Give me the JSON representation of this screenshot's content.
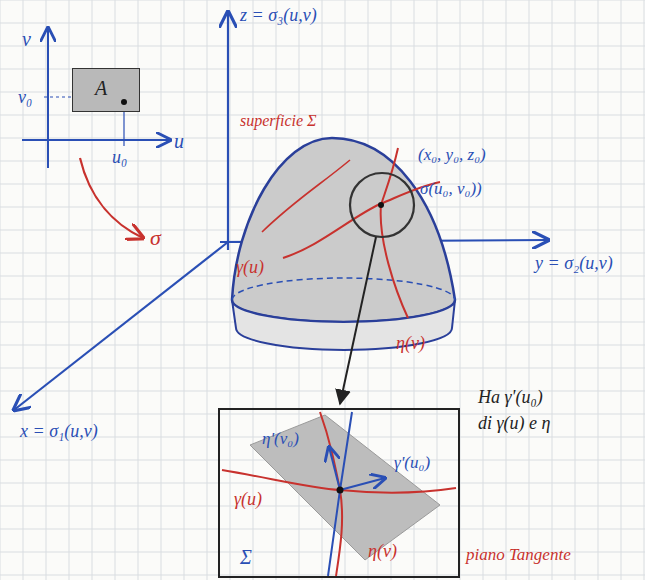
{
  "diagram": {
    "nodes": [
      {
        "text": [
          "A"
        ]
      },
      {
        "text": [
          "η'(v₀)",
          "γ(u)",
          "γ'(u₀)",
          "Σ",
          "η(v)"
        ]
      }
    ],
    "labels": [
      "v",
      "v₀",
      "u₀",
      "u",
      "σ",
      "z = σ₃(u,v)",
      "superficie Σ",
      "(x₀, y₀, z₀)",
      "σ(u₀, v₀))",
      "y = σ₂(u,v)",
      "γ(u)",
      "η(v)",
      "x = σ₁(u,v)",
      "piano Tangente",
      "Ha γ'(u₀)",
      "di γ(u) e η"
    ]
  }
}
